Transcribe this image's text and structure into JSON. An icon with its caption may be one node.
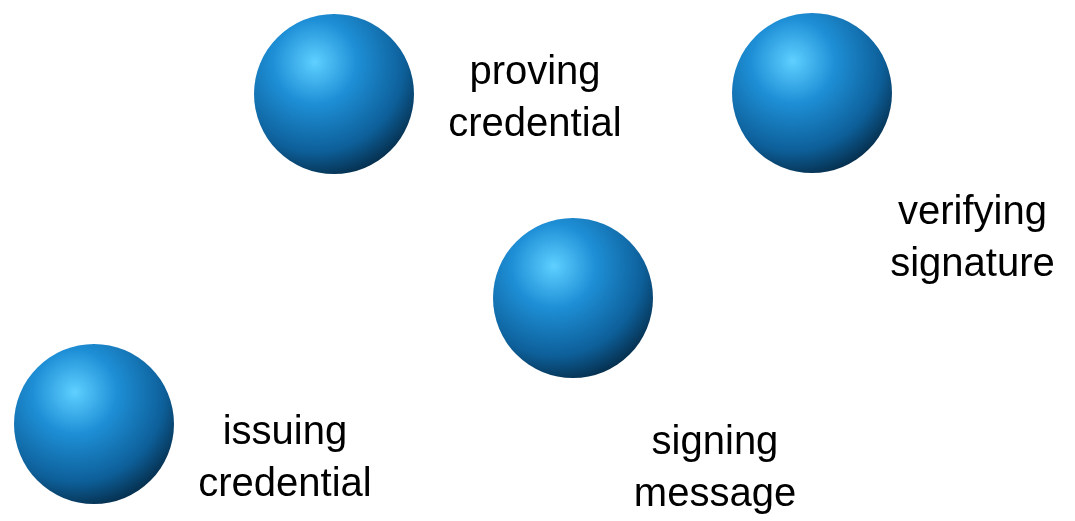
{
  "diagram": {
    "nodes": [
      {
        "text": [],
        "shape": "circle",
        "beside": [
          "proving credential"
        ]
      },
      {
        "text": [],
        "shape": "circle",
        "beside": [
          "verifying signature"
        ]
      },
      {
        "text": [],
        "shape": "circle",
        "beside": [
          "signing message"
        ]
      },
      {
        "text": [],
        "shape": "circle",
        "beside": [
          "issuing credential"
        ]
      }
    ]
  }
}
